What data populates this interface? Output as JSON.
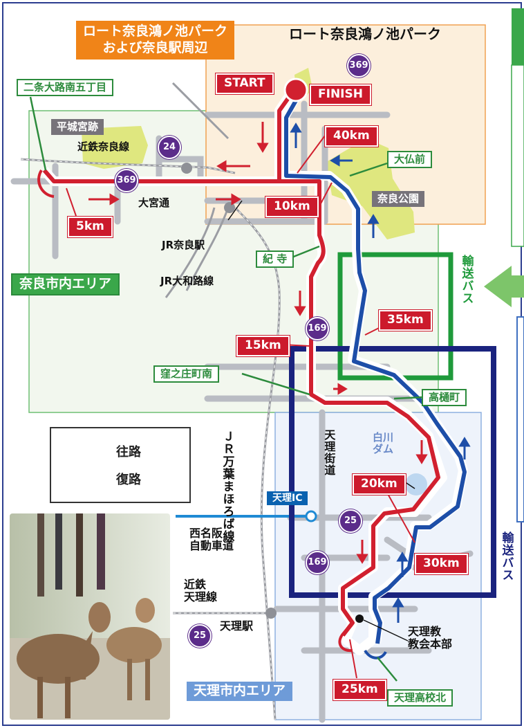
{
  "areas": {
    "nara_city": "奈良市内エリア",
    "tenri_city": "天理市内エリア"
  },
  "park_area_box": "ロート奈良鴻ノ池パーク\nおよび奈良駅周辺",
  "park_title": "ロート奈良鴻ノ池パーク",
  "start": "START",
  "finish": "FINISH",
  "km_markers": {
    "km5": "5km",
    "km10": "10km",
    "km15": "15km",
    "km20": "20km",
    "km25": "25km",
    "km30": "30km",
    "km35": "35km",
    "km40": "40km"
  },
  "places": {
    "nijo_oji": "二条大路南五丁目",
    "heijo": "平城宮跡",
    "daibutsu": "大仏前",
    "nara_park": "奈良公園",
    "kidera": "紀 寺",
    "kubonosho": "窪之庄町南",
    "takahi": "高樋町",
    "tenri_ic": "天理IC",
    "tenri_koko": "天理高校北",
    "kintetsu_nara_line": "近鉄奈良線",
    "omiya_dori": "大宮通",
    "jr_nara_st": "JR奈良駅",
    "jr_yamatoji": "JR大和路線",
    "jr_manyo": "ＪＲ万葉まほろば線",
    "tenri_kaido": "天理街道",
    "shirakawa_dam": "白川ダム",
    "nishi_meihan": "西名阪\n自動車道",
    "kintetsu_tenri_line": "近鉄\n天理線",
    "tenri_st": "天理駅",
    "tenrikyo": "天理教\n教会本部"
  },
  "route_numbers": {
    "r369_top": "369",
    "r369_left": "369",
    "r24": "24",
    "r169_a": "169",
    "r169_b": "169",
    "r25_a": "25",
    "r25_b": "25"
  },
  "shuttle": {
    "right_top": "輸送バス",
    "right_bottom": "輸送バス"
  },
  "legend": {
    "outbound": "往路",
    "return": "復路"
  },
  "colors": {
    "outbound_red": "#d1202f",
    "return_blue": "#1d4ea8",
    "shuttle_green": "#1f9a3b",
    "shuttle_navy": "#1a237e",
    "park_orange": "#f08418",
    "route_purple": "#5b2c8a"
  }
}
